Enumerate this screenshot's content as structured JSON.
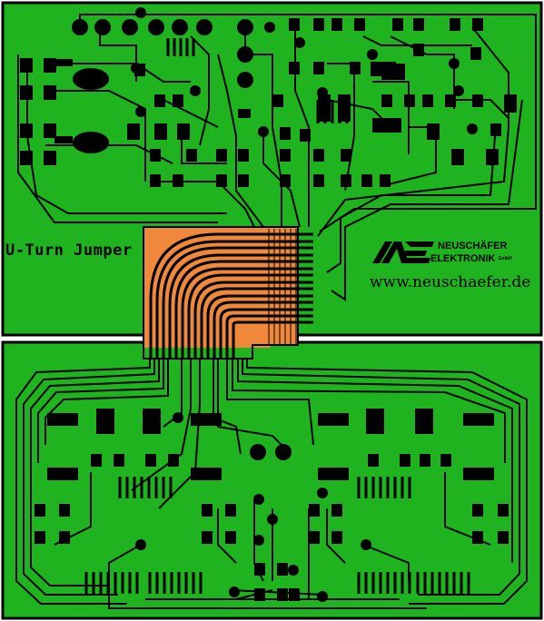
{
  "title": "U-Turn Jumper",
  "brand": {
    "line1": "NEUSCHÄFER",
    "line2": "ELEKTRONIK",
    "suffix": "GmbH",
    "website": "www.neuschaefer.de"
  },
  "colors": {
    "board": "#1fb31f",
    "copper": "#000000",
    "flex": "#f0883c",
    "background": "#ffffff"
  },
  "icons": {
    "logo": "neuschaefer-logo-icon"
  }
}
